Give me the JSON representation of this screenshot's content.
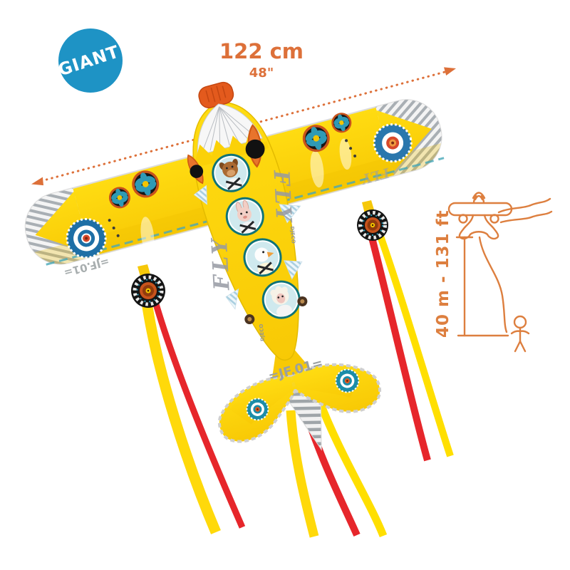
{
  "product": {
    "badge": {
      "label": "GIANT",
      "bg": "#1e93c5",
      "fg": "#ffffff"
    },
    "wingspan": {
      "value": "122 cm",
      "alt": "48\"",
      "color": "#dd7039"
    },
    "flight_height": {
      "value": "40 m - 131 ft",
      "color": "#dd7f3f"
    },
    "kite": {
      "body_color": "#ffd60b",
      "tail_code": "=JF.01=",
      "wing_code": "=JF.01=",
      "side_label": "FLY",
      "wing_label": "FLY",
      "brand": "DJECO",
      "ribbon_red": "#e6262b",
      "ribbon_yellow": "#ffdf00"
    }
  }
}
